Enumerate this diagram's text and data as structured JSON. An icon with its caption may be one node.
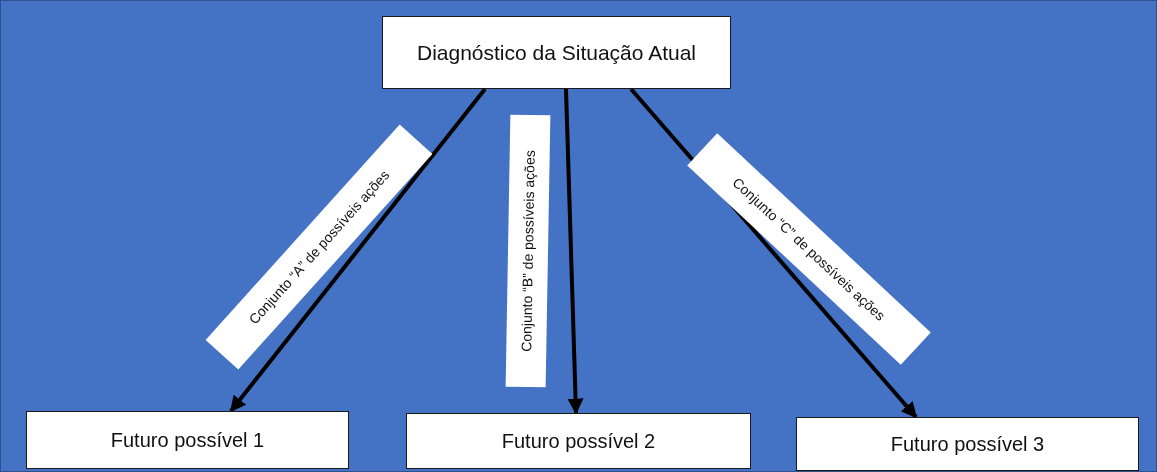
{
  "diagram": {
    "nodes": [
      {
        "text": [
          "Diagnóstico da Situação Atual"
        ]
      },
      {
        "text": [
          "Futuro possível 1"
        ]
      },
      {
        "text": [
          "Futuro possível 2"
        ]
      },
      {
        "text": [
          "Futuro possível 3"
        ]
      }
    ],
    "edges": [
      {
        "from": 0,
        "to": 1,
        "arrow": "to",
        "label": "Conjunto “A” de possíveis ações"
      },
      {
        "from": 0,
        "to": 2,
        "arrow": "to",
        "label": "Conjunto “B” de possíveis ações"
      },
      {
        "from": 0,
        "to": 3,
        "arrow": "to",
        "label": "Conjunto “C” de possíveis ações"
      }
    ]
  }
}
